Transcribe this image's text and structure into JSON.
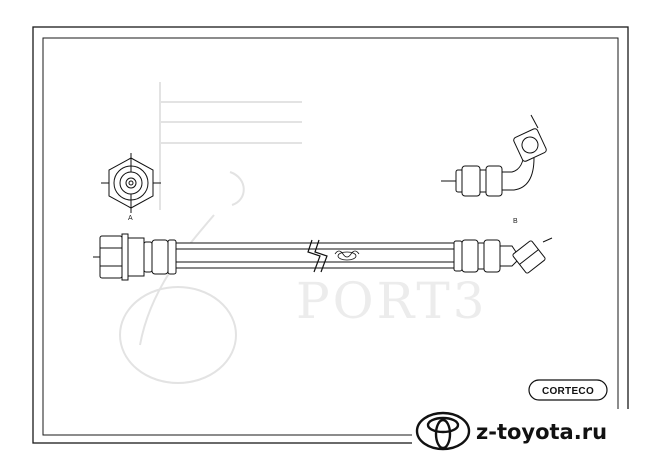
{
  "drawing": {
    "label_a": "A",
    "label_b": "B",
    "brand": "CORTECO",
    "watermark": "PORT3",
    "site": "z-toyota.ru"
  }
}
